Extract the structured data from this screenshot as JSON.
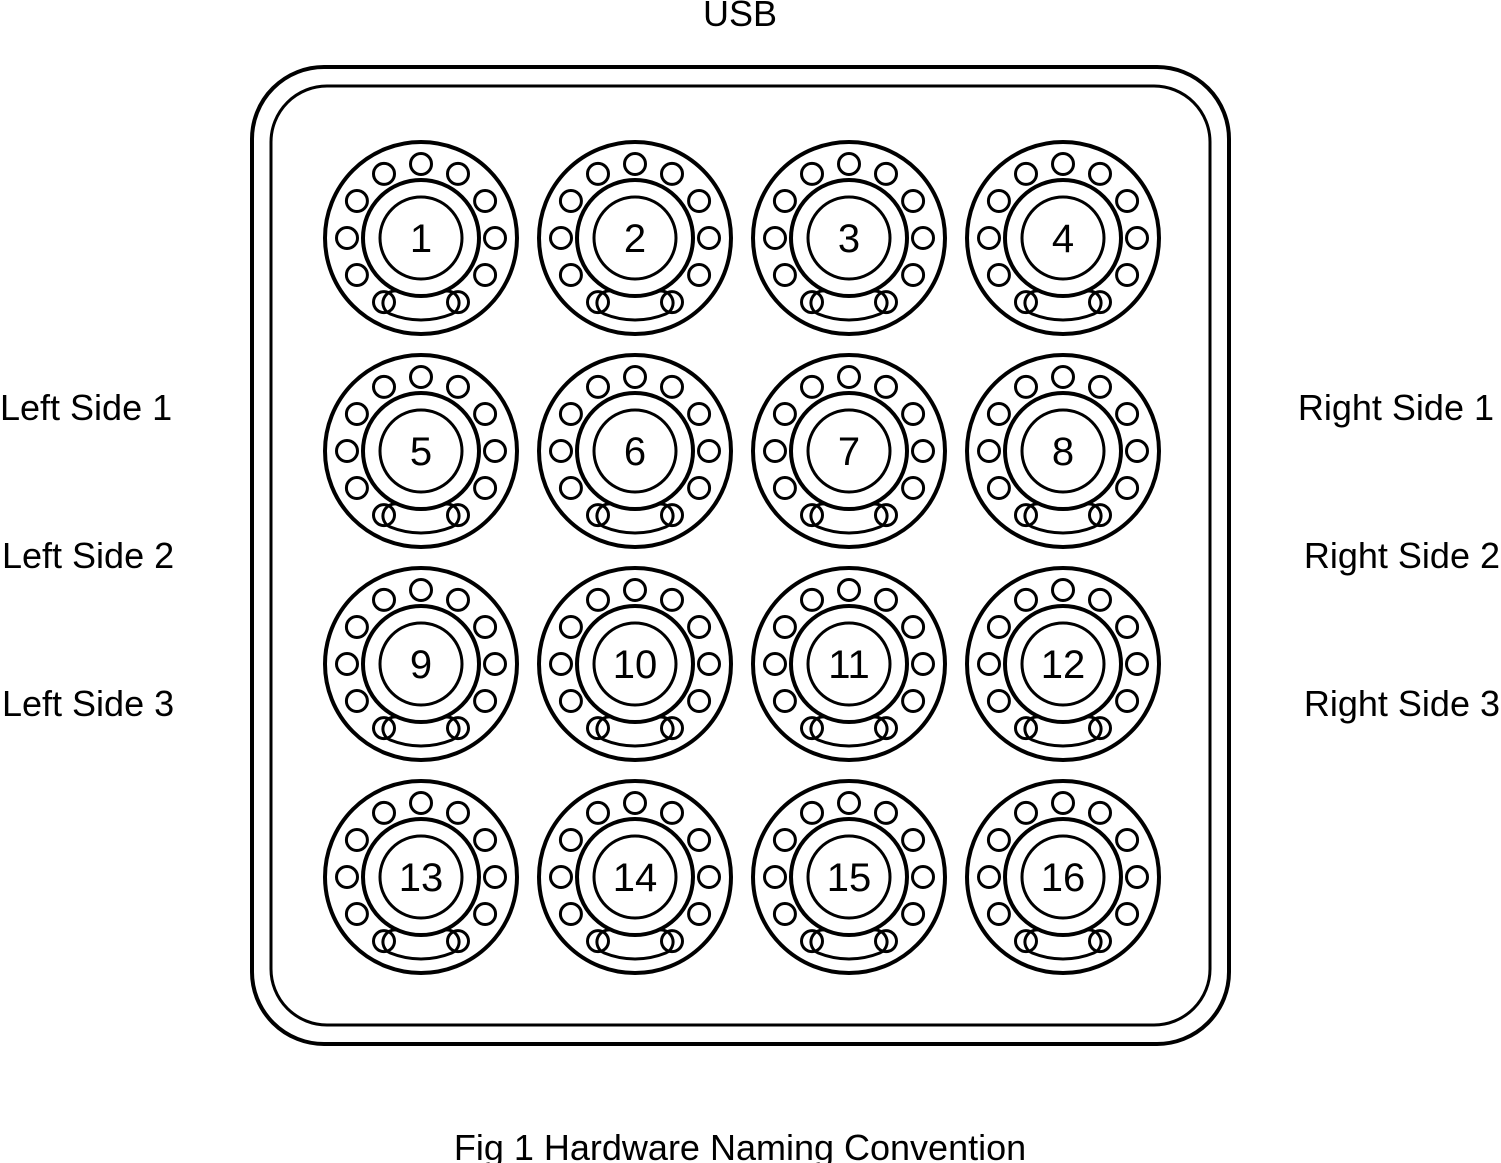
{
  "usb_label": "USB",
  "caption": "Fig 1 Hardware Naming Convention",
  "left_side": [
    "Left Side 1",
    "Left Side 2",
    "Left Side 3"
  ],
  "right_side": [
    "Right Side 1",
    "Right Side 2",
    "Right Side 3"
  ],
  "encoders": [
    {
      "label": "1"
    },
    {
      "label": "2"
    },
    {
      "label": "3"
    },
    {
      "label": "4"
    },
    {
      "label": "5"
    },
    {
      "label": "6"
    },
    {
      "label": "7"
    },
    {
      "label": "8"
    },
    {
      "label": "9"
    },
    {
      "label": "10"
    },
    {
      "label": "11"
    },
    {
      "label": "12"
    },
    {
      "label": "13"
    },
    {
      "label": "14"
    },
    {
      "label": "15"
    },
    {
      "label": "16"
    }
  ],
  "colors": {
    "stroke": "#000000",
    "background": "#ffffff"
  }
}
